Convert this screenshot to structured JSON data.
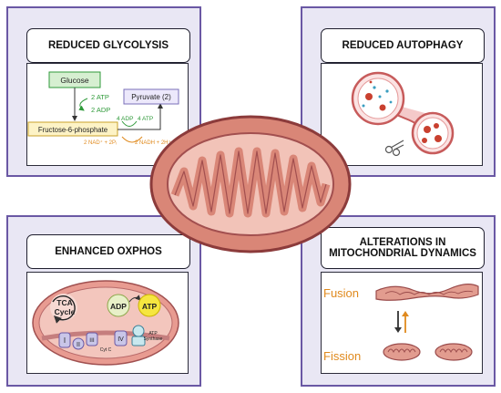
{
  "panels": {
    "glycolysis": {
      "title": "REDUCED GLYCOLYSIS",
      "glucose": "Glucose",
      "atp_in": "2 ATP",
      "adp_out": "2 ADP",
      "f6p": "Fructose-6-phosphate",
      "adp4": "4 ADP",
      "atp4": "4 ATP",
      "pyruvate": "Pyruvate (2)",
      "nad": "2 NAD⁺ + 2Pᵢ",
      "nadh": "2 NADH + 2H⁺"
    },
    "autophagy": {
      "title": "REDUCED AUTOPHAGY"
    },
    "oxphos": {
      "title": "ENHANCED OXPHOS",
      "tca": "TCA",
      "cycle": "Cycle",
      "adp": "ADP",
      "atp": "ATP",
      "c1": "I",
      "c2": "II",
      "c3": "III",
      "cytc": "Cyt C",
      "c4": "IV",
      "synthase1": "ATP",
      "synthase2": "Synthase"
    },
    "dynamics": {
      "title": "ALTERATIONS IN MITOCHONDRIAL DYNAMICS",
      "fusion": "Fusion",
      "fission": "Fission"
    }
  },
  "colors": {
    "panel_border": "#6a58a4",
    "panel_bg": "#e9e7f4",
    "mito_fill": "#d98677",
    "mito_stroke": "#8c3b3b",
    "green": "#2f9a3a",
    "orange": "#e08a1e",
    "lavender": "#8a7fc0"
  }
}
